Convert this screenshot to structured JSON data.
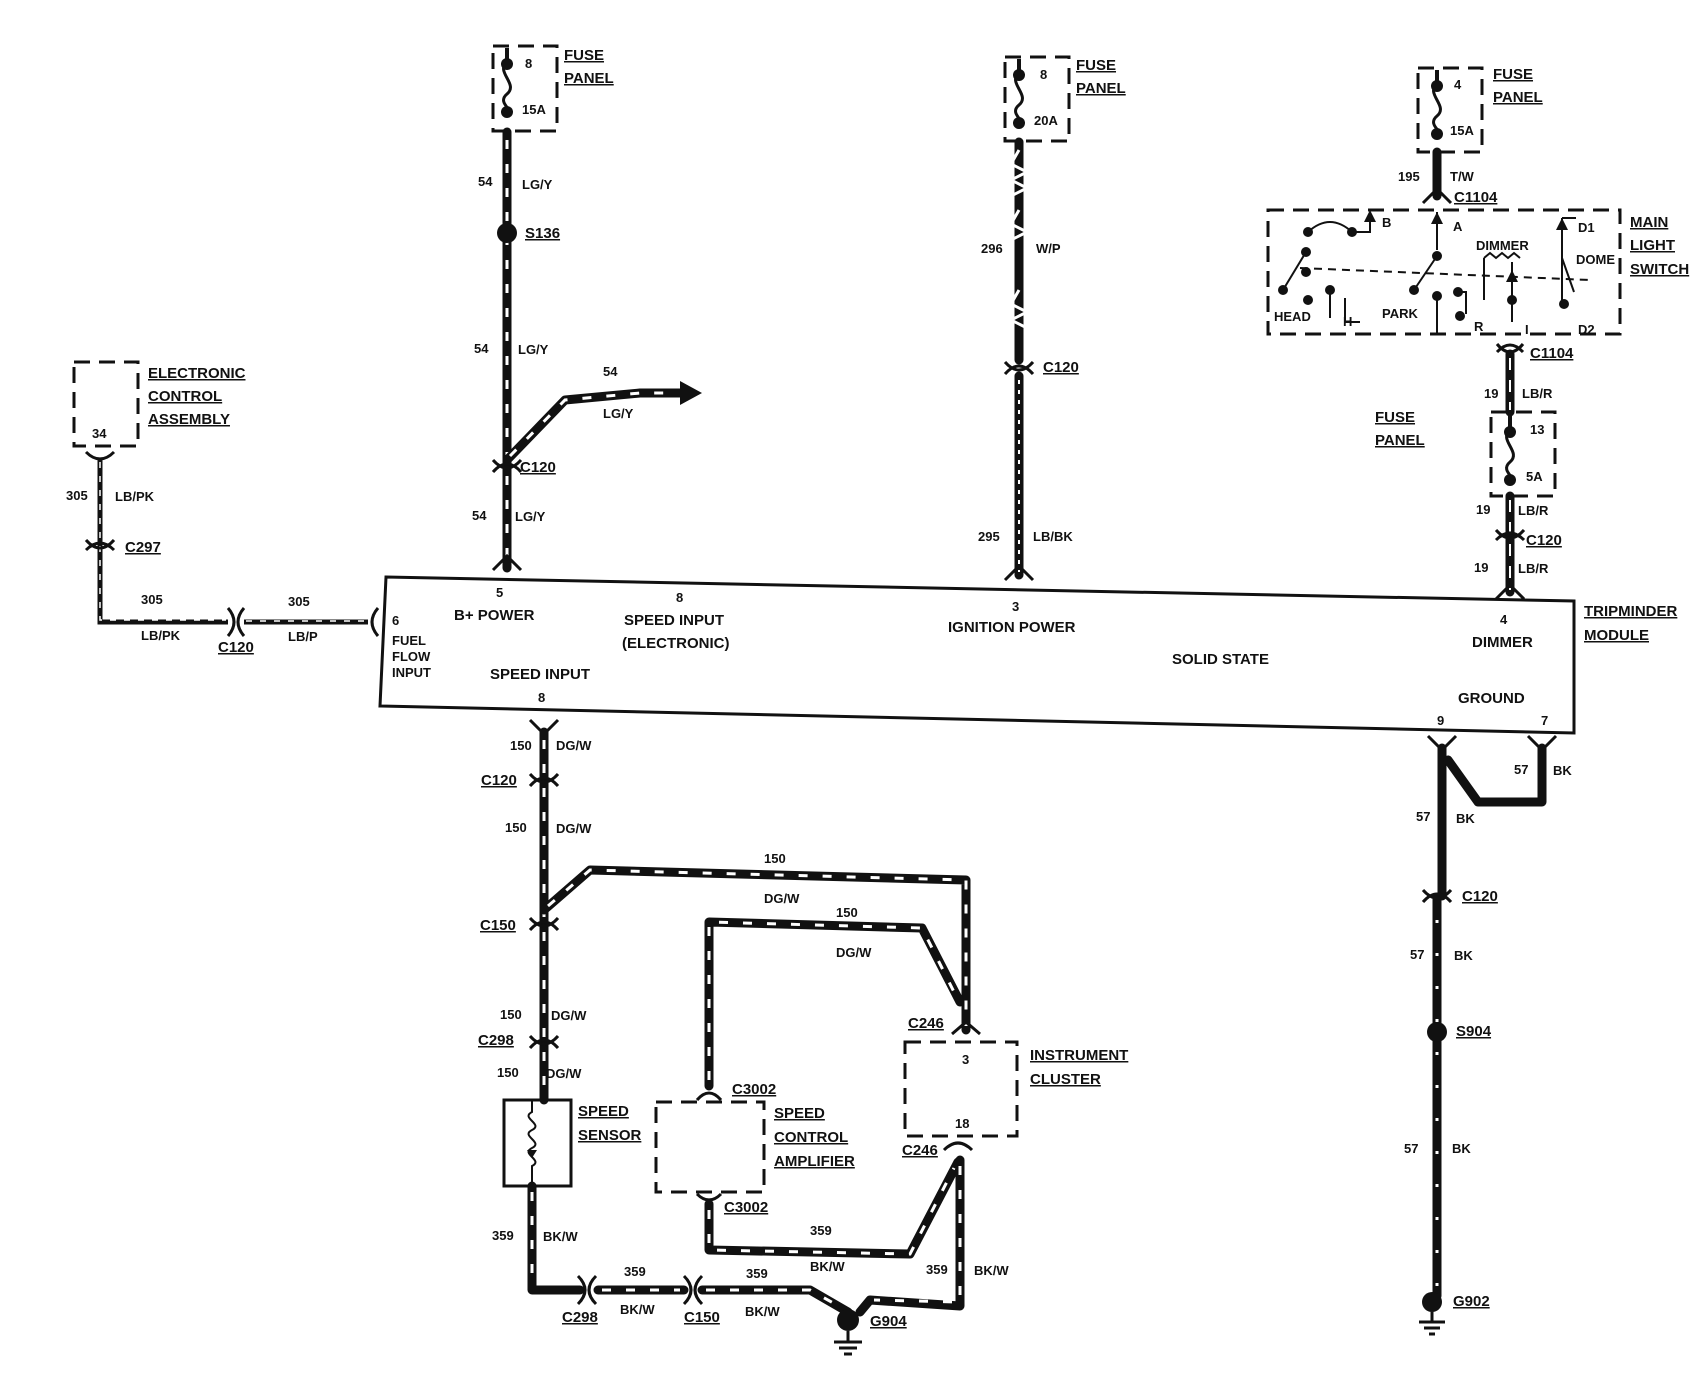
{
  "fuse_panel_left": {
    "label1": "FUSE",
    "label2": "PANEL",
    "number": "8",
    "rating": "15A"
  },
  "fuse_panel_mid": {
    "label1": "FUSE",
    "label2": "PANEL",
    "number": "8",
    "rating": "20A"
  },
  "fuse_panel_right": {
    "label1": "FUSE",
    "label2": "PANEL",
    "number": "4",
    "rating": "15A"
  },
  "fuse_panel_dimmer": {
    "label1": "FUSE",
    "label2": "PANEL",
    "number": "13",
    "rating": "5A"
  },
  "electronic_control_assembly": {
    "line1": "ELECTRONIC",
    "line2": "CONTROL",
    "line3": "ASSEMBLY",
    "pin": "34"
  },
  "main_light_switch": {
    "line1": "MAIN",
    "line2": "LIGHT",
    "line3": "SWITCH",
    "terms": {
      "b": "B",
      "a": "A",
      "d1": "D1",
      "dimmer": "DIMMER",
      "dome": "DOME",
      "head": "HEAD",
      "h": "H",
      "park": "PARK",
      "r": "R",
      "i": "I",
      "d2": "D2"
    }
  },
  "tripminder": {
    "title1": "TRIPMINDER",
    "title2": "MODULE",
    "pin_6": "6",
    "fuel_flow1": "FUEL",
    "fuel_flow2": "FLOW",
    "fuel_flow3": "INPUT",
    "pin_5": "5",
    "b_power": "B+  POWER",
    "pin_8_top": "8",
    "speed_input_e1": "SPEED INPUT",
    "speed_input_e2": "(ELECTRONIC)",
    "pin_3": "3",
    "ignition_power": "IGNITION POWER",
    "solid_state": "SOLID STATE",
    "pin_4": "4",
    "dimmer": "DIMMER",
    "speed_input": "SPEED INPUT",
    "pin_8_bottom": "8",
    "ground": "GROUND",
    "pin_9": "9",
    "pin_7": "7"
  },
  "wires": {
    "w54a": {
      "circuit": "54",
      "color": "LG/Y"
    },
    "w54b": {
      "circuit": "54",
      "color": "LG/Y"
    },
    "w54c": {
      "circuit": "54",
      "color": "LG/Y"
    },
    "w54d": {
      "circuit": "54",
      "color": "LG/Y"
    },
    "w296": {
      "circuit": "296",
      "color": "W/P"
    },
    "w295": {
      "circuit": "295",
      "color": "LB/BK"
    },
    "w195": {
      "circuit": "195",
      "color": "T/W"
    },
    "w19a": {
      "circuit": "19",
      "color": "LB/R"
    },
    "w19b": {
      "circuit": "19",
      "color": "LB/R"
    },
    "w19c": {
      "circuit": "19",
      "color": "LB/R"
    },
    "w305a": {
      "circuit": "305",
      "color": "LB/PK"
    },
    "w305b": {
      "circuit": "305",
      "color": "LB/PK"
    },
    "w305c": {
      "circuit": "305",
      "color": "LB/P"
    },
    "w150a": {
      "circuit": "150",
      "color": "DG/W"
    },
    "w150b": {
      "circuit": "150",
      "color": "DG/W"
    },
    "w150c": {
      "circuit": "150",
      "color": "DG/W"
    },
    "w150d": {
      "circuit": "150",
      "color": "DG/W"
    },
    "w150e": {
      "circuit": "150",
      "color": "DG/W"
    },
    "w150f": {
      "circuit": "150",
      "color": "DG/W"
    },
    "w359a": {
      "circuit": "359",
      "color": "BK/W"
    },
    "w359b": {
      "circuit": "359",
      "color": "BK/W"
    },
    "w359c": {
      "circuit": "359",
      "color": "BK/W"
    },
    "w359d": {
      "circuit": "359",
      "color": "BK/W"
    },
    "w359e": {
      "circuit": "359",
      "color": "BK/W"
    },
    "w57a": {
      "circuit": "57",
      "color": "BK"
    },
    "w57b": {
      "circuit": "57",
      "color": "BK"
    },
    "w57c": {
      "circuit": "57",
      "color": "BK"
    },
    "w57d": {
      "circuit": "57",
      "color": "BK"
    }
  },
  "connectors": {
    "s136": "S136",
    "c120_lgy": "C120",
    "c120_ign": "C120",
    "c1104_top": "C1104",
    "c1104_bot": "C1104",
    "c120_dim": "C120",
    "c297": "C297",
    "c120_ffi": "C120",
    "c120_spd": "C120",
    "c150": "C150",
    "c298_top": "C298",
    "c298_bot": "C298",
    "c150_bot": "C150",
    "c3002_top": "C3002",
    "c3002_bot": "C3002",
    "c246_top": "C246",
    "c246_bot": "C246",
    "g904": "G904",
    "c120_gnd": "C120",
    "s904": "S904",
    "g902": "G902"
  },
  "speed_sensor": {
    "line1": "SPEED",
    "line2": "SENSOR"
  },
  "speed_control_amplifier": {
    "line1": "SPEED",
    "line2": "CONTROL",
    "line3": "AMPLIFIER"
  },
  "instrument_cluster": {
    "line1": "INSTRUMENT",
    "line2": "CLUSTER",
    "pin_top": "3",
    "pin_bottom": "18"
  }
}
